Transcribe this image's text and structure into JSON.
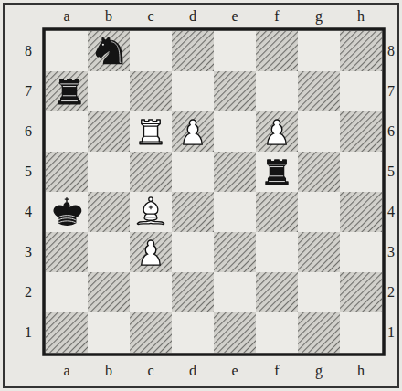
{
  "diagram": {
    "labels": [
      "a",
      "b",
      "c",
      "d",
      "e",
      "f",
      "g",
      "h",
      "8",
      "7",
      "6",
      "5",
      "4",
      "3",
      "2",
      "1",
      "8",
      "7",
      "6",
      "5",
      "4",
      "3",
      "2",
      "1",
      "a",
      "b",
      "c",
      "d",
      "e",
      "f",
      "g",
      "h"
    ]
  }
}
